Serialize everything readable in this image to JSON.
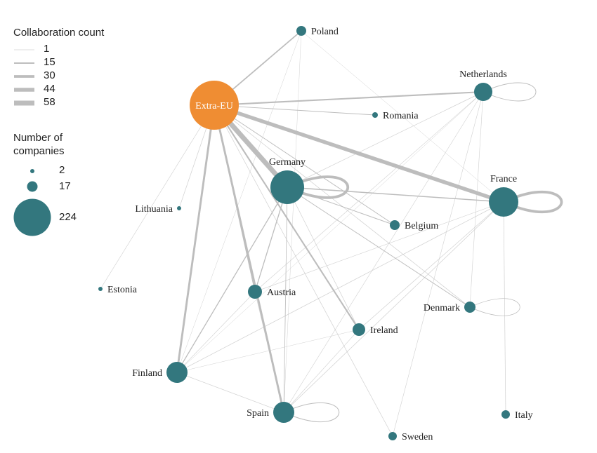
{
  "legend": {
    "edge_title": "Collaboration count",
    "edge_levels": [
      1,
      15,
      30,
      44,
      58
    ],
    "edge_labels": [
      "1",
      "15",
      "30",
      "44",
      "58"
    ],
    "node_title_line1": "Number  of",
    "node_title_line2": "companies",
    "node_levels": [
      2,
      17,
      224
    ],
    "node_labels": [
      "2",
      "17",
      "224"
    ]
  },
  "colors": {
    "node": "#33777e",
    "extra_eu": "#ef8d33",
    "edge": "#bdbdbd",
    "extra_eu_label": "#ffffff"
  },
  "nodes": [
    {
      "id": "Extra-EU",
      "label": "Extra-EU"
    },
    {
      "id": "Poland",
      "label": "Poland"
    },
    {
      "id": "Netherlands",
      "label": "Netherlands"
    },
    {
      "id": "Romania",
      "label": "Romania"
    },
    {
      "id": "Germany",
      "label": "Germany"
    },
    {
      "id": "France",
      "label": "France"
    },
    {
      "id": "Belgium",
      "label": "Belgium"
    },
    {
      "id": "Lithuania",
      "label": "Lithuania"
    },
    {
      "id": "Estonia",
      "label": "Estonia"
    },
    {
      "id": "Austria",
      "label": "Austria"
    },
    {
      "id": "Denmark",
      "label": "Denmark"
    },
    {
      "id": "Ireland",
      "label": "Ireland"
    },
    {
      "id": "Finland",
      "label": "Finland"
    },
    {
      "id": "Spain",
      "label": "Spain"
    },
    {
      "id": "Italy",
      "label": "Italy"
    },
    {
      "id": "Sweden",
      "label": "Sweden"
    }
  ],
  "edges": [
    [
      "Extra-EU",
      "Poland",
      12
    ],
    [
      "Extra-EU",
      "Netherlands",
      15
    ],
    [
      "Extra-EU",
      "Romania",
      5
    ],
    [
      "Extra-EU",
      "Germany",
      58
    ],
    [
      "Extra-EU",
      "France",
      44
    ],
    [
      "Extra-EU",
      "Lithuania",
      3
    ],
    [
      "Extra-EU",
      "Estonia",
      2
    ],
    [
      "Extra-EU",
      "Finland",
      22
    ],
    [
      "Extra-EU",
      "Spain",
      22
    ],
    [
      "Extra-EU",
      "Austria",
      6
    ],
    [
      "Extra-EU",
      "Ireland",
      15
    ],
    [
      "Extra-EU",
      "Belgium",
      5
    ],
    [
      "Extra-EU",
      "Denmark",
      3
    ],
    [
      "Extra-EU",
      "Sweden",
      3
    ],
    [
      "Netherlands",
      "Netherlands",
      5
    ],
    [
      "Germany",
      "Germany",
      30
    ],
    [
      "France",
      "France",
      30
    ],
    [
      "Denmark",
      "Denmark",
      3
    ],
    [
      "Spain",
      "Spain",
      6
    ],
    [
      "Germany",
      "France",
      10
    ],
    [
      "Germany",
      "Belgium",
      5
    ],
    [
      "Germany",
      "Austria",
      8
    ],
    [
      "Germany",
      "Finland",
      8
    ],
    [
      "Germany",
      "Spain",
      4
    ],
    [
      "Germany",
      "Ireland",
      3
    ],
    [
      "Germany",
      "Denmark",
      5
    ],
    [
      "Germany",
      "Netherlands",
      3
    ],
    [
      "France",
      "Finland",
      3
    ],
    [
      "France",
      "Spain",
      3
    ],
    [
      "France",
      "Ireland",
      3
    ],
    [
      "France",
      "Italy",
      3
    ],
    [
      "France",
      "Austria",
      2
    ],
    [
      "Netherlands",
      "Austria",
      2
    ],
    [
      "Netherlands",
      "Spain",
      2
    ],
    [
      "Netherlands",
      "Sweden",
      2
    ],
    [
      "Netherlands",
      "Denmark",
      2
    ],
    [
      "Netherlands",
      "Finland",
      1
    ],
    [
      "Poland",
      "Spain",
      1
    ],
    [
      "Poland",
      "Finland",
      1
    ],
    [
      "Poland",
      "France",
      1
    ],
    [
      "Finland",
      "Spain",
      2
    ],
    [
      "Finland",
      "Ireland",
      1
    ],
    [
      "Finland",
      "Austria",
      2
    ],
    [
      "Austria",
      "Spain",
      2
    ],
    [
      "Ireland",
      "Spain",
      2
    ]
  ]
}
